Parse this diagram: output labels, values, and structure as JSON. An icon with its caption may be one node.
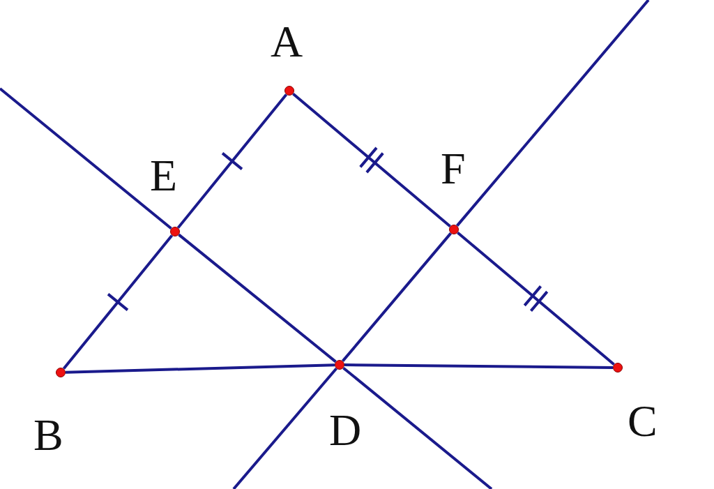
{
  "diagram": {
    "nodes": [
      {
        "text": [
          "A"
        ]
      },
      {
        "text": [
          "E"
        ]
      },
      {
        "text": [
          "F"
        ]
      },
      {
        "text": [
          "B"
        ]
      },
      {
        "text": [
          "D"
        ]
      },
      {
        "text": [
          "C"
        ]
      }
    ],
    "edges": [
      {
        "from": 0,
        "to": 1,
        "arrow": "none"
      },
      {
        "from": 1,
        "to": 3,
        "arrow": "none"
      },
      {
        "from": 0,
        "to": 2,
        "arrow": "none"
      },
      {
        "from": 2,
        "to": 5,
        "arrow": "none"
      },
      {
        "from": 3,
        "to": 4,
        "arrow": "none"
      },
      {
        "from": 4,
        "to": 5,
        "arrow": "none"
      },
      {
        "from": null,
        "to": 1,
        "arrow": "none"
      },
      {
        "from": 1,
        "to": 4,
        "arrow": "none"
      },
      {
        "from": 4,
        "to": null,
        "arrow": "none"
      },
      {
        "from": null,
        "to": 2,
        "arrow": "none"
      },
      {
        "from": 2,
        "to": 4,
        "arrow": "none"
      },
      {
        "from": 4,
        "to": null,
        "arrow": "none"
      }
    ]
  }
}
